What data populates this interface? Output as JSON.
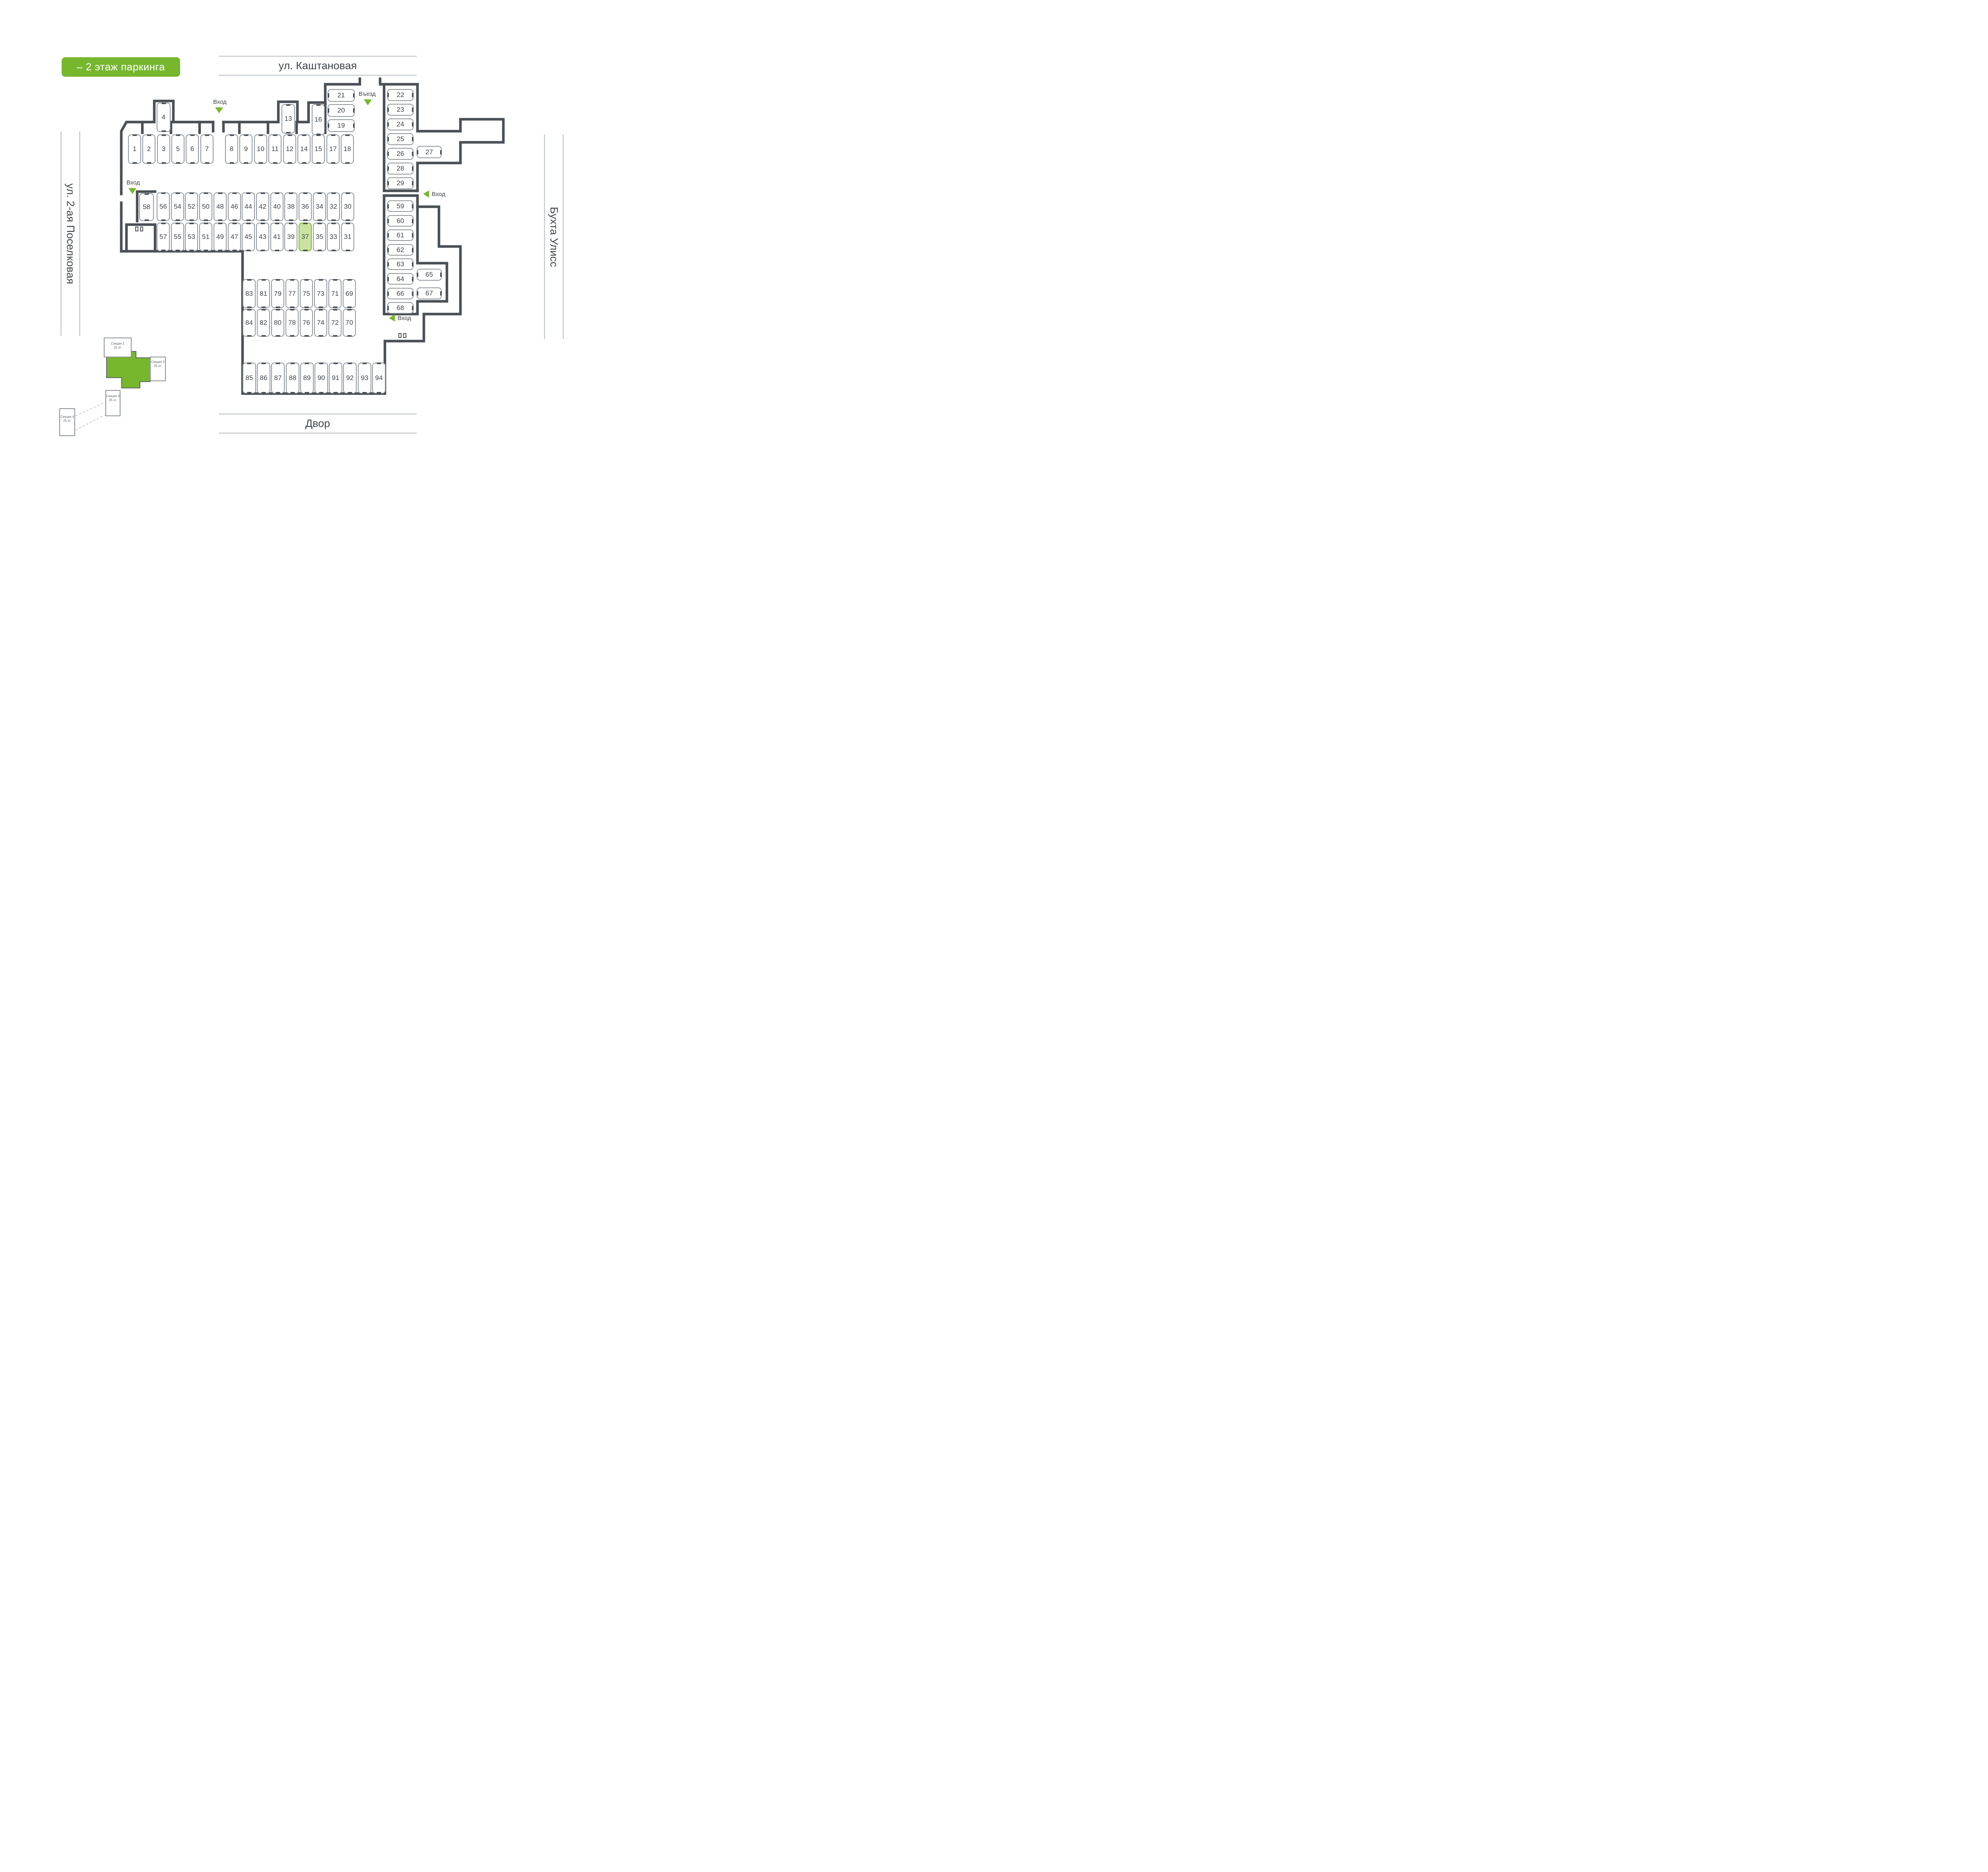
{
  "badge": {
    "label": "– 2 этаж паркинга"
  },
  "streets": {
    "top": "ул. Каштановая",
    "left": "ул. 2-ая Поселковая",
    "right": "Бухта Улисс",
    "bottom": "Двор"
  },
  "entrances": [
    {
      "id": "entrance-top",
      "label": "Вход"
    },
    {
      "id": "drive-in",
      "label": "Въезд"
    },
    {
      "id": "entrance-left",
      "label": "Вход"
    },
    {
      "id": "entrance-right-upper",
      "label": "Вход"
    },
    {
      "id": "entrance-right-lower",
      "label": "Вход"
    }
  ],
  "parking": {
    "highlighted": "37",
    "groups": [
      {
        "id": "row-top-a",
        "spots": [
          "1",
          "2",
          "3",
          "5",
          "6",
          "7"
        ]
      },
      {
        "id": "spot-4",
        "spots": [
          "4"
        ]
      },
      {
        "id": "row-top-b",
        "spots": [
          "8",
          "9",
          "10",
          "11",
          "12",
          "14",
          "15",
          "17",
          "18"
        ]
      },
      {
        "id": "spot-13",
        "spots": [
          "13"
        ]
      },
      {
        "id": "spot-16",
        "spots": [
          "16"
        ]
      },
      {
        "id": "stack-19-21",
        "spots": [
          "21",
          "20",
          "19"
        ]
      },
      {
        "id": "col-22-29",
        "spots": [
          "22",
          "23",
          "24",
          "25",
          "26",
          "28",
          "29"
        ]
      },
      {
        "id": "spot-27",
        "spots": [
          "27"
        ]
      },
      {
        "id": "spot-58",
        "spots": [
          "58"
        ]
      },
      {
        "id": "row-mid-top",
        "spots": [
          "56",
          "54",
          "52",
          "50",
          "48",
          "46",
          "44",
          "42",
          "40",
          "38",
          "36",
          "34",
          "32",
          "30"
        ]
      },
      {
        "id": "row-mid-bot",
        "spots": [
          "57",
          "55",
          "53",
          "51",
          "49",
          "47",
          "45",
          "43",
          "41",
          "39",
          "37",
          "35",
          "33",
          "31"
        ]
      },
      {
        "id": "col-59-68",
        "spots": [
          "59",
          "60",
          "61",
          "62",
          "63",
          "64",
          "66",
          "68"
        ]
      },
      {
        "id": "spot-65",
        "spots": [
          "65"
        ]
      },
      {
        "id": "spot-67",
        "spots": [
          "67"
        ]
      },
      {
        "id": "row-low-top",
        "spots": [
          "83",
          "81",
          "79",
          "77",
          "75",
          "73",
          "71",
          "69"
        ]
      },
      {
        "id": "row-low-bot",
        "spots": [
          "84",
          "82",
          "80",
          "78",
          "76",
          "74",
          "72",
          "70"
        ]
      },
      {
        "id": "row-bottom",
        "spots": [
          "85",
          "86",
          "87",
          "88",
          "89",
          "90",
          "91",
          "92",
          "93",
          "94"
        ]
      }
    ]
  },
  "site_plan": {
    "sections": [
      {
        "name": "Секция 1",
        "floors": "25 эт."
      },
      {
        "name": "Секция 2",
        "floors": "25 эт."
      },
      {
        "name": "Секция 3",
        "floors": "25 эт."
      },
      {
        "name": "Секция 4",
        "floors": "25 эт."
      }
    ]
  },
  "colors": {
    "accent_green": "#76b72d",
    "highlight_fill": "#cbe3a0",
    "wall": "#4a5056"
  }
}
